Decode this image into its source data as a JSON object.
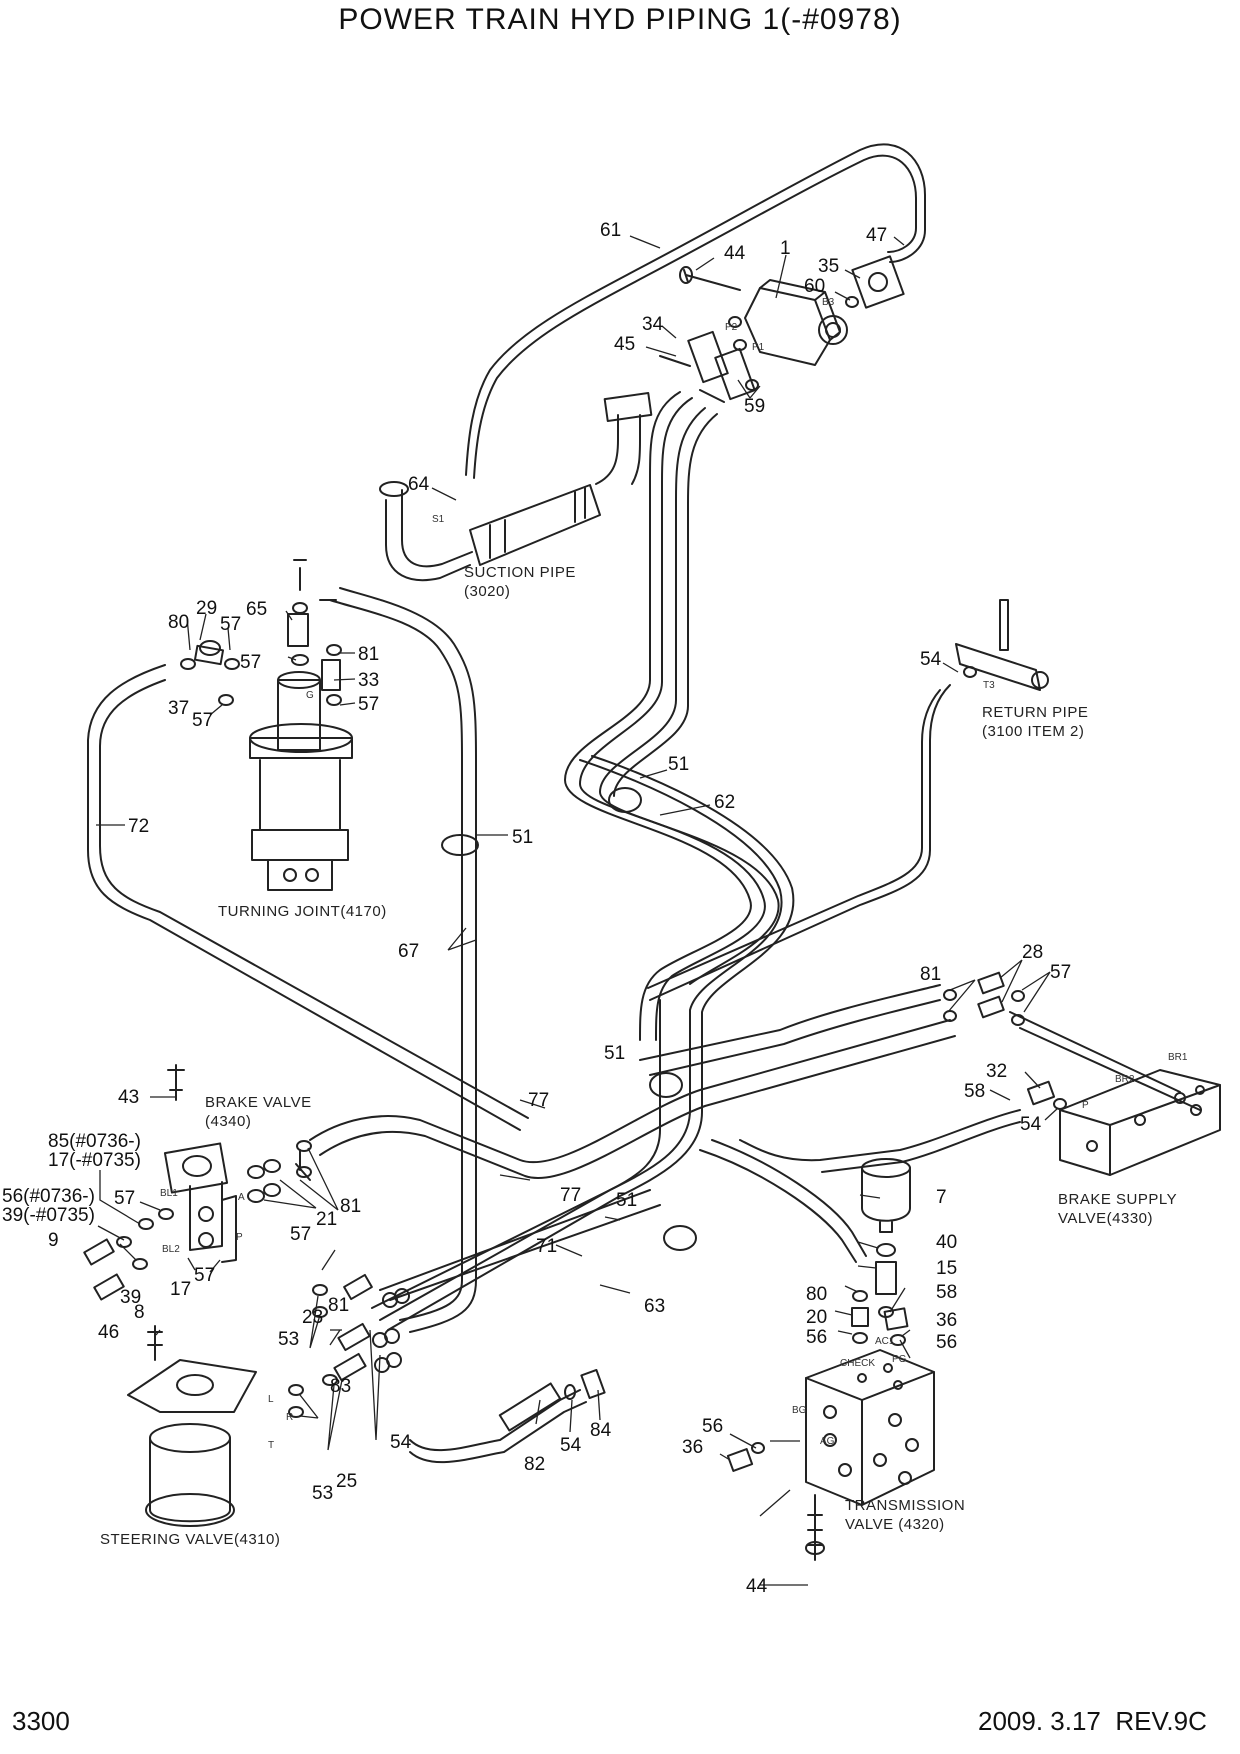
{
  "header": {
    "title": "POWER TRAIN HYD PIPING 1(-#0978)"
  },
  "footer": {
    "page_number": "3300",
    "date_rev": "2009. 3.17  REV.9C"
  },
  "components": {
    "suction_pipe": [
      "SUCTION PIPE",
      "(3020)"
    ],
    "turning_joint": "TURNING JOINT(4170)",
    "return_pipe": [
      "RETURN PIPE",
      "(3100 ITEM 2)"
    ],
    "brake_valve": [
      "BRAKE VALVE",
      "(4340)"
    ],
    "brake_supply_valve": [
      "BRAKE SUPPLY",
      "VALVE(4330)"
    ],
    "steering_valve": "STEERING VALVE(4310)",
    "transmission_valve": [
      "TRANSMISSION",
      "VALVE (4320)"
    ]
  },
  "port_labels": {
    "s1": "S1",
    "b3": "B3",
    "p2": "P2",
    "p1": "P1",
    "t3": "T3",
    "g": "G",
    "bl1": "BL1",
    "bl2": "BL2",
    "a": "A",
    "p": "P",
    "l": "L",
    "r": "R",
    "t": "T",
    "br1": "BR1",
    "br2": "BR2",
    "bg": "BG",
    "ag": "AG",
    "ac1": "AC1",
    "pg": "PG",
    "check": "CHECK"
  },
  "part_numbers": {
    "n61": "61",
    "n44a": "44",
    "n1": "1",
    "n35": "35",
    "n47": "47",
    "n60": "60",
    "n34": "34",
    "n45": "45",
    "n59": "59",
    "n64": "64",
    "n80a": "80",
    "n29": "29",
    "n57a": "57",
    "n65": "65",
    "n57b": "57",
    "n81a": "81",
    "n33": "33",
    "n57c": "57",
    "n37": "37",
    "n57d": "57",
    "n72": "72",
    "n54a": "54",
    "n51a": "51",
    "n62": "62",
    "n51b": "51",
    "n67": "67",
    "n81b": "81",
    "n28": "28",
    "n57e": "57",
    "n32": "32",
    "n58a": "58",
    "n54b": "54",
    "n43": "43",
    "n85": "85(#0736-)",
    "n17a": "17(-#0735)",
    "n56a": "56(#0736-)",
    "n39a": "39(-#0735)",
    "n57f": "57",
    "n9": "9",
    "n39b": "39",
    "n17b": "17",
    "n57g": "57",
    "n8": "8",
    "n21": "21",
    "n81c": "81",
    "n57h": "57",
    "n51c": "51",
    "n77a": "77",
    "n77b": "77",
    "n51d": "51",
    "n71": "71",
    "n63": "63",
    "n7": "7",
    "n40": "40",
    "n15": "15",
    "n80b": "80",
    "n58b": "58",
    "n20": "20",
    "n36a": "36",
    "n56b": "56",
    "n56c": "56",
    "n46": "46",
    "n23": "23",
    "n81d": "81",
    "n53a": "53",
    "n83": "83",
    "n54c": "54",
    "n25": "25",
    "n53b": "53",
    "n82": "82",
    "n54d": "54",
    "n84": "84",
    "n56d": "56",
    "n36b": "36",
    "n44b": "44"
  }
}
